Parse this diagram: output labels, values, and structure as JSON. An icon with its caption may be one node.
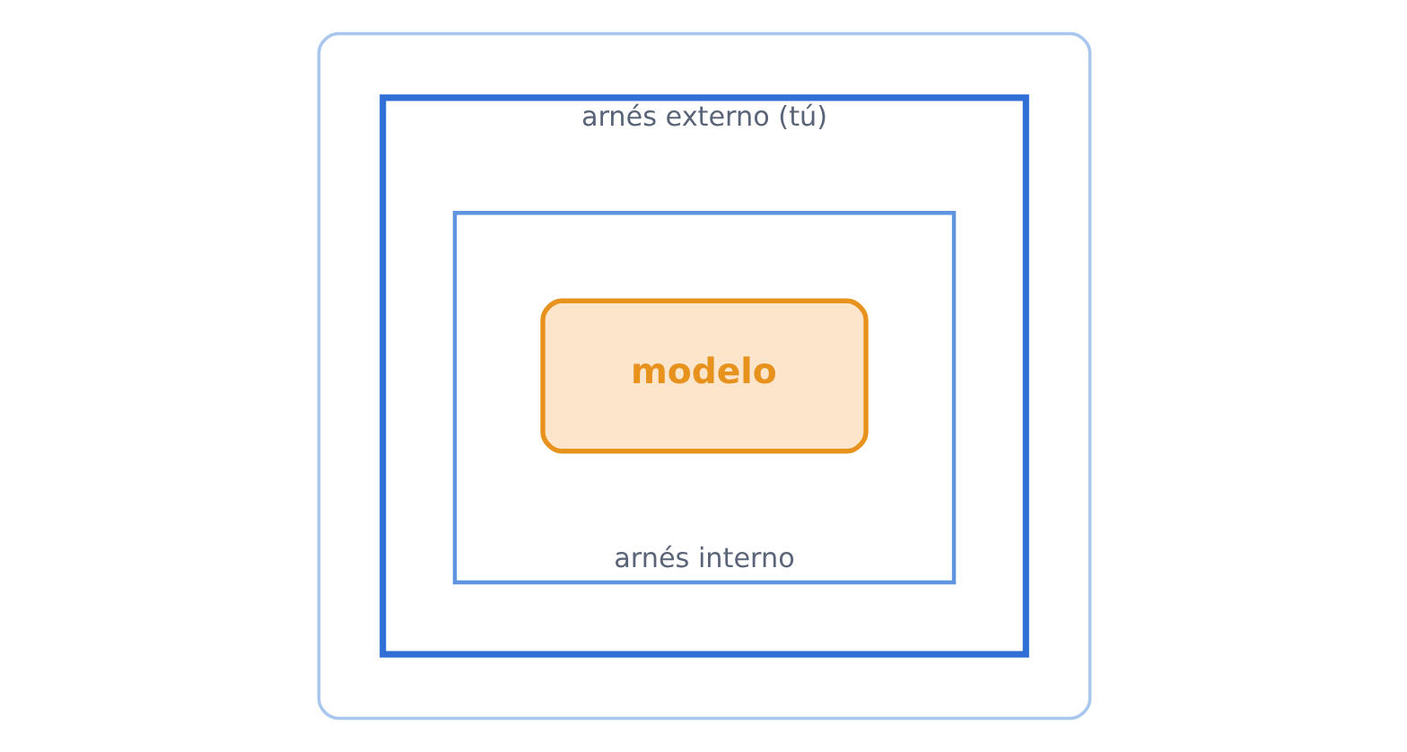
{
  "diagram": {
    "nodes": [
      {
        "text": [],
        "shape": "box"
      },
      {
        "text": [
          "arnés externo (tú)"
        ],
        "in": 0
      },
      {
        "text": [
          "arnés interno"
        ],
        "in": 1
      },
      {
        "text": [
          "modelo"
        ],
        "in": 2
      }
    ]
  }
}
